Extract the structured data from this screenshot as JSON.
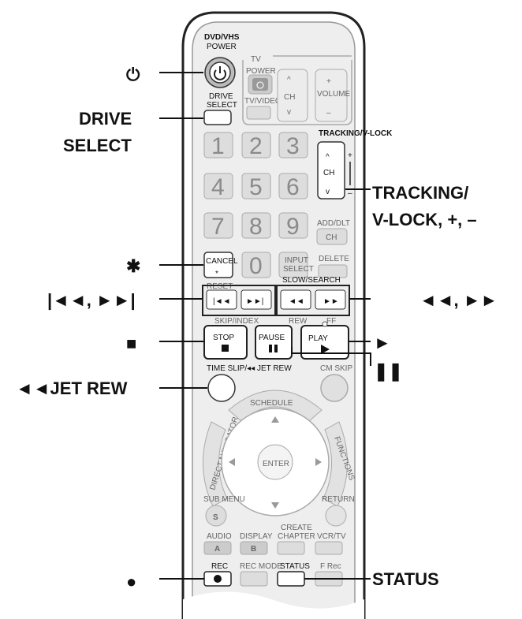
{
  "remote": {
    "dvd_vhs": "DVD/VHS",
    "power": "POWER",
    "drive_select": [
      "DRIVE",
      "SELECT"
    ],
    "tv": "TV",
    "tv_power": "POWER",
    "tv_video": "TV/VIDEO",
    "ch": "CH",
    "volume": "VOLUME",
    "tracking_vlock": "TRACKING/V-LOCK",
    "digits": [
      "1",
      "2",
      "3",
      "4",
      "5",
      "6",
      "7",
      "8",
      "9",
      "0"
    ],
    "add_dlt": [
      "ADD/DLT",
      "CH"
    ],
    "cancel": "CANCEL",
    "cancel_star": "*",
    "input_select": [
      "INPUT",
      "SELECT"
    ],
    "delete": "DELETE",
    "reset": "RESET",
    "slow_search": "SLOW/SEARCH",
    "skip_index": "SKIP/INDEX",
    "rew": "REW",
    "ff": "FF",
    "stop": "STOP",
    "pause": "PAUSE",
    "play": "PLAY",
    "time_slip": "TIME SLIP/◂◂ JET REW",
    "cm_skip": "CM SKIP",
    "schedule": "SCHEDULE",
    "direct_navigator": "DIRECT NAVIGATOR",
    "functions": "FUNCTIONS",
    "enter": "ENTER",
    "sub_menu": "SUB MENU",
    "s": "S",
    "return": "RETURN",
    "audio": "AUDIO",
    "a": "A",
    "display": "DISPLAY",
    "b": "B",
    "create_chapter": [
      "CREATE",
      "CHAPTER"
    ],
    "vcr_tv": "VCR/TV",
    "rec": "REC",
    "rec_mode": "REC MODE",
    "status": "STATUS",
    "f_rec": "F Rec"
  },
  "callouts": {
    "power_symbol": "⏻",
    "drive_select": [
      "DRIVE",
      "SELECT"
    ],
    "star": "✱",
    "skip": "|◄◄, ►►|",
    "stop": "■",
    "jet_rew": "◄◄JET REW",
    "rec": "●",
    "tracking": [
      "TRACKING/",
      "V-LOCK, +, –"
    ],
    "search": "◄◄, ►►",
    "play": "►",
    "pause": "❚❚",
    "status": "STATUS"
  }
}
